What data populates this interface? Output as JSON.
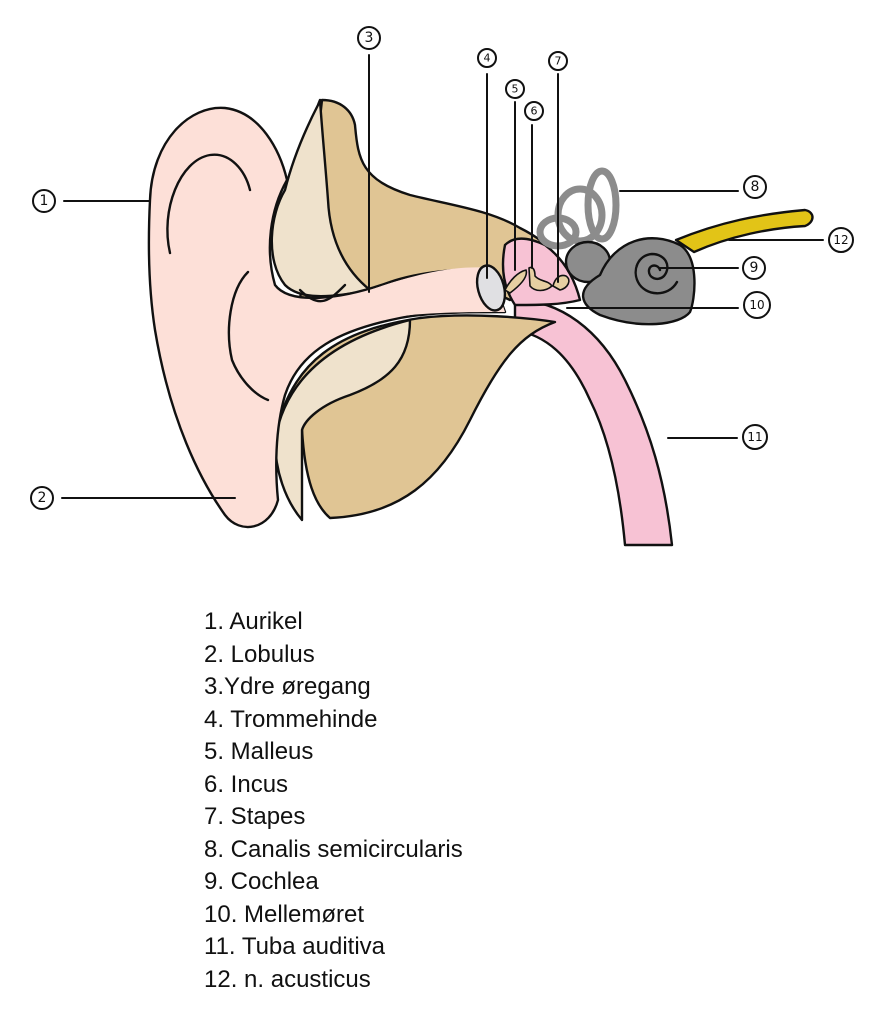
{
  "diagram": {
    "subject": "Anatomy of the ear",
    "colors": {
      "auricle": "#fde0d8",
      "cartilage_light": "#efe2cc",
      "bone_tan": "#e0c594",
      "middle_ear_pink": "#f7c2d4",
      "tympanic_membrane": "#e0e0e3",
      "inner_ear_gray": "#8c8c8c",
      "nerve_yellow": "#e2c417",
      "ossicles": "#e6cfa2",
      "outline": "#111111"
    },
    "callouts": [
      {
        "number": "1",
        "label": "Aurikel"
      },
      {
        "number": "2",
        "label": "Lobulus"
      },
      {
        "number": "3",
        "label": "Ydre øregang"
      },
      {
        "number": "4",
        "label": "Trommehinde"
      },
      {
        "number": "5",
        "label": "Malleus"
      },
      {
        "number": "6",
        "label": "Incus"
      },
      {
        "number": "7",
        "label": "Stapes"
      },
      {
        "number": "8",
        "label": "Canalis semicircularis"
      },
      {
        "number": "9",
        "label": "Cochlea"
      },
      {
        "number": "10",
        "label": "Mellemøret"
      },
      {
        "number": "11",
        "label": "Tuba auditiva"
      },
      {
        "number": "12",
        "label": "n. acusticus"
      }
    ]
  },
  "legend": {
    "items": [
      "1. Aurikel",
      "2. Lobulus",
      "3.Ydre øregang",
      "4. Trommehinde",
      "5. Malleus",
      "6. Incus",
      "7. Stapes",
      "8. Canalis semicircularis",
      "9. Cochlea",
      "10. Mellemøret",
      "11. Tuba auditiva",
      "12. n. acusticus"
    ]
  }
}
